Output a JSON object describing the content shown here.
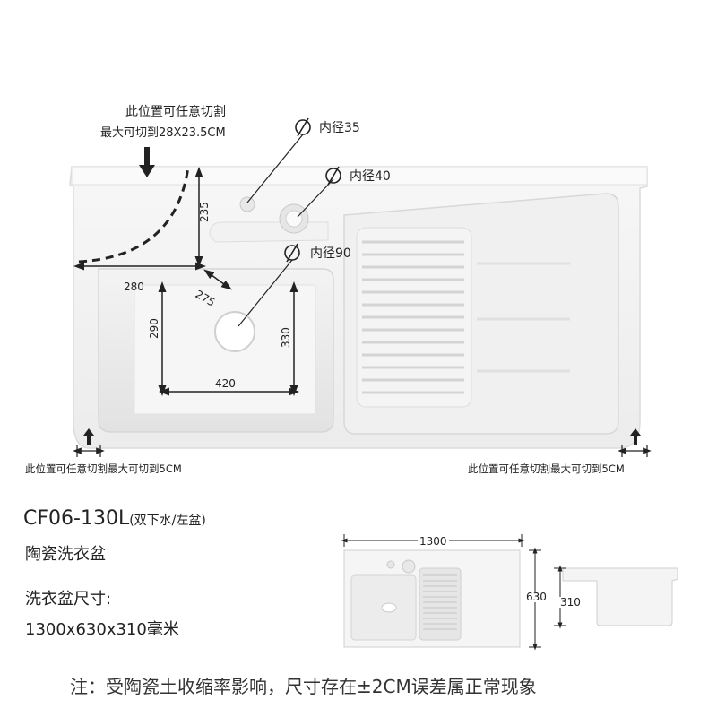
{
  "annotations": {
    "cut_note_line1": "此位置可任意切割",
    "cut_note_line2": "最大可切到28X23.5CM",
    "hole_35": "内径35",
    "hole_40": "内径40",
    "hole_90": "内径90",
    "diameter_symbol": "Ø",
    "bottom_left_note": "此位置可任意切割最大可切到5CM",
    "bottom_right_note": "此位置可任意切割最大可切到5CM"
  },
  "dimensions": {
    "d235": "235",
    "d280": "280",
    "d275": "275",
    "d290": "290",
    "d330": "330",
    "d420": "420"
  },
  "product": {
    "model": "CF06-130L",
    "model_note": "(双下水/左盆)",
    "name": "陶瓷洗衣盆",
    "size_label": "洗衣盆尺寸:",
    "size_value": "1300x630x310毫米"
  },
  "diagram": {
    "width": "1300",
    "depth": "630",
    "height": "310"
  },
  "footer_note": "注：受陶瓷土收缩率影响，尺寸存在±2CM误差属正常现象"
}
